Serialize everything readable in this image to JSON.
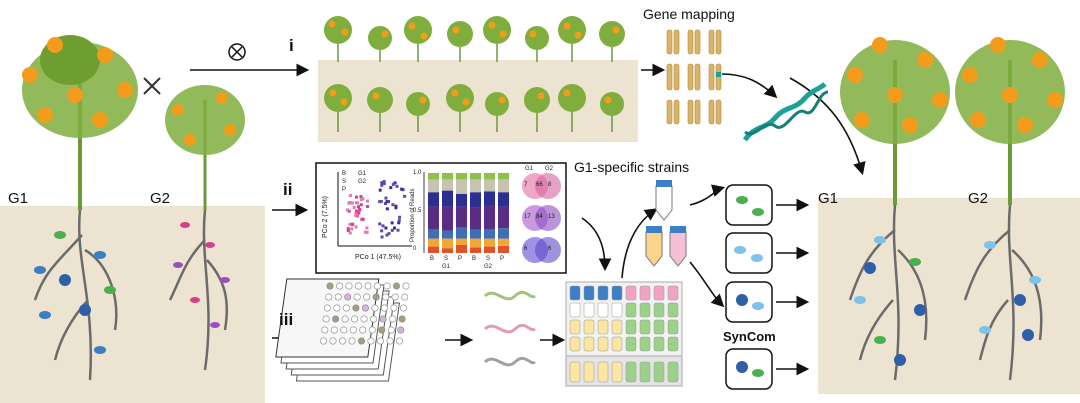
{
  "labels": {
    "left_g1": "G1",
    "left_g2": "G2",
    "right_g1": "G1",
    "right_g2": "G2",
    "pathway_i": "i",
    "pathway_ii": "ii",
    "pathway_iii": "iii",
    "gene_mapping": "Gene mapping",
    "g1_specific_strains": "G1-specific strains",
    "syncom": "SynCom"
  },
  "pcoa": {
    "xlabel": "PCo 1 (47.5%)",
    "ylabel": "PCo 2 (7.5%)",
    "legend": [
      "B",
      "S",
      "P",
      "G1",
      "G2"
    ]
  },
  "stacked_bars": {
    "ylabel": "Proportion of Reads",
    "ticks": [
      "1.0",
      "0.5",
      "0"
    ],
    "groups": [
      "G1",
      "G2"
    ],
    "categories": [
      "B",
      "S",
      "P",
      "B",
      "S",
      "P"
    ]
  },
  "venn": {
    "headers": [
      "G1",
      "G2"
    ],
    "rows": [
      [
        "7",
        "66",
        "8"
      ],
      [
        "17",
        "84",
        "13"
      ],
      [
        "6",
        "",
        "6"
      ]
    ]
  },
  "colors": {
    "soil": "#ece4d0",
    "leaf": "#7fae3e",
    "fruit": "#f39c1b",
    "root": "#6b6b6b",
    "microbe_blue": "#3b7fc4",
    "microbe_green": "#4caf50",
    "microbe_purple": "#9b4dbf",
    "dna_teal": "#1aa19a"
  }
}
